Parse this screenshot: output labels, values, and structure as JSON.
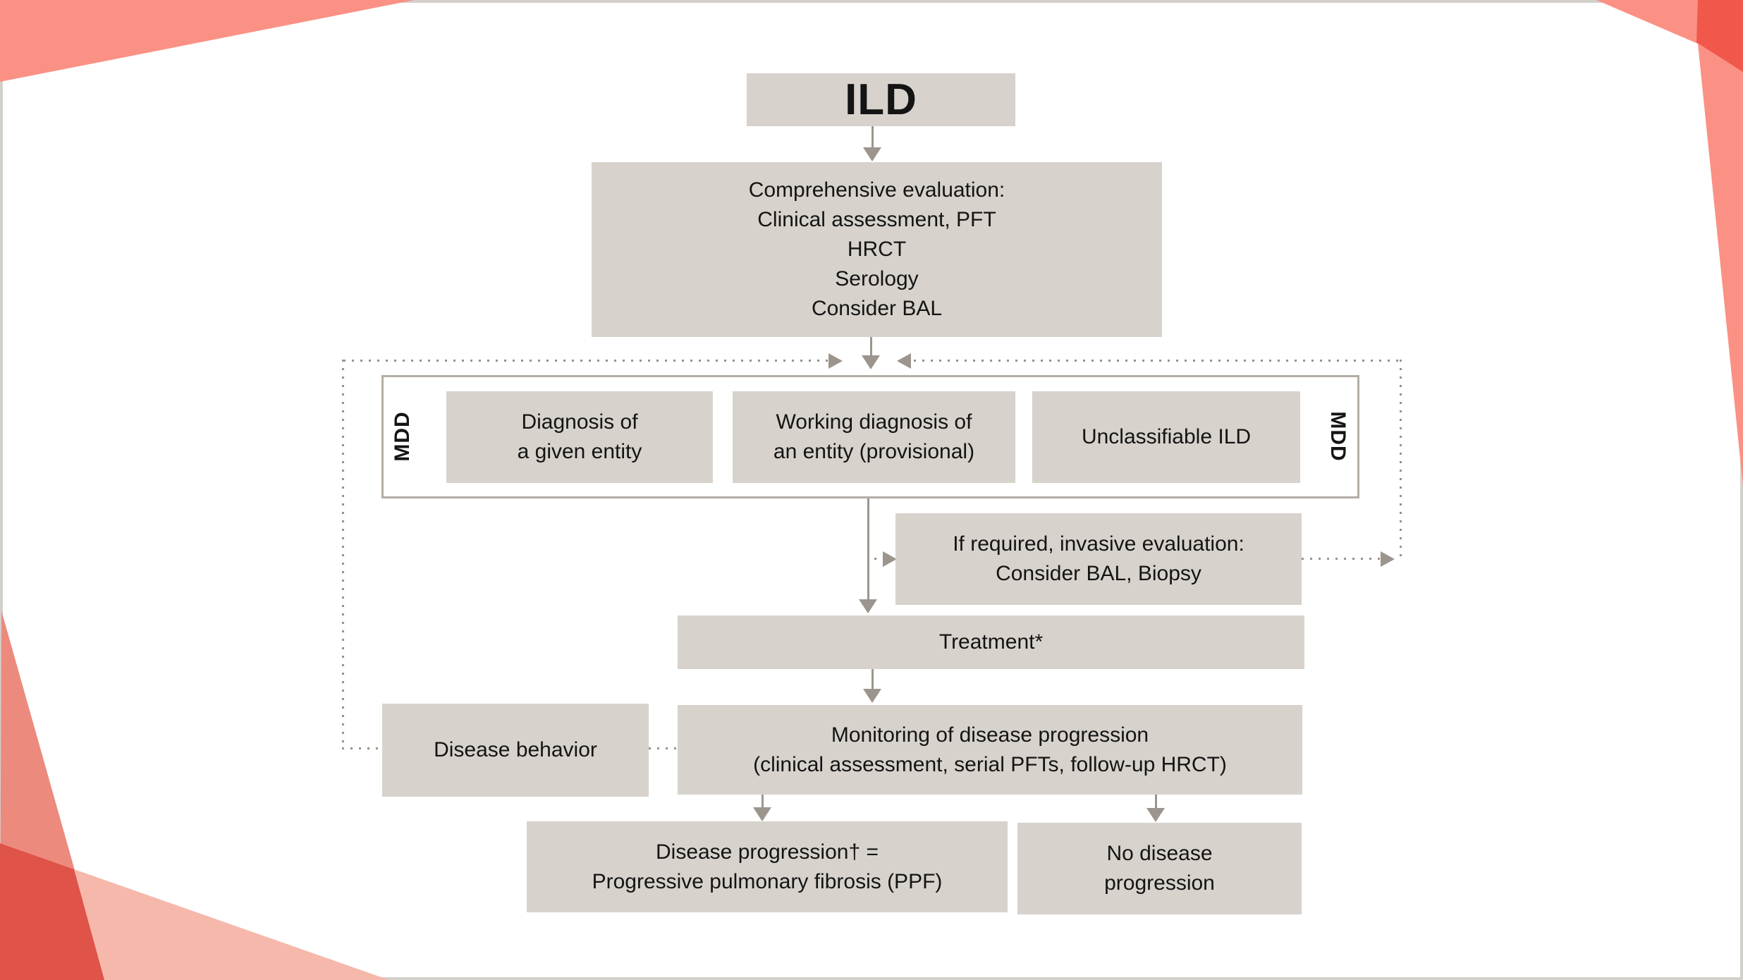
{
  "nodes": {
    "ild": {
      "label": "ILD"
    },
    "comprehensive": {
      "label": "Comprehensive evaluation:\nClinical assessment, PFT\nHRCT\nSerology\nConsider BAL"
    },
    "mdd_left": {
      "label": "MDD"
    },
    "mdd_right": {
      "label": "MDD"
    },
    "diagnosis": {
      "label": "Diagnosis of\na given entity"
    },
    "working": {
      "label": "Working diagnosis of\nan entity (provisional)"
    },
    "unclassifiable": {
      "label": "Unclassifiable ILD"
    },
    "invasive": {
      "label": "If required, invasive evaluation:\nConsider BAL, Biopsy"
    },
    "treatment": {
      "label": "Treatment*"
    },
    "behavior": {
      "label": "Disease behavior"
    },
    "monitoring": {
      "label": "Monitoring of disease progression\n(clinical assessment, serial PFTs, follow-up HRCT)"
    },
    "progression": {
      "label": "Disease progression† =\nProgressive pulmonary fibrosis (PPF)"
    },
    "no_progression": {
      "label": "No disease\nprogression"
    }
  },
  "colors": {
    "box_fill": "#d7d3cc",
    "frame_border": "#b3ada5",
    "solid_line": "#9c958d",
    "dotted_line": "#9a9288",
    "text": "#141414",
    "canvas_border": "#d3d0cc",
    "decor_salmon": "#FA9184",
    "decor_red_dark": "#F1584B",
    "decor_wedge": "#EC8A7D",
    "decor_pale": "#F5B8AB",
    "decor_overlap": "#DF5348"
  }
}
